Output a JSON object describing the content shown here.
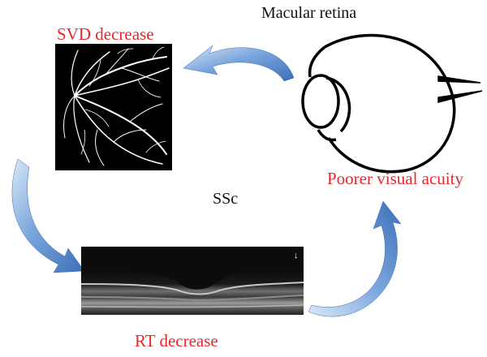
{
  "labels": {
    "macular_retina": "Macular retina",
    "svd_decrease": "SVD decrease",
    "center": "SSc",
    "poorer_visual_acuity": "Poorer visual acuity",
    "rt_decrease": "RT decrease",
    "oct_arrow_mark": "↓"
  },
  "colors": {
    "red_label": "#e8262b",
    "black_label": "#111111",
    "arrow_fill": "#4a7fc4",
    "arrow_light": "#c9dcf3"
  },
  "icons": {
    "eye": "eye-diagram-icon",
    "vessels": "retinal-vessel-map-icon",
    "oct": "oct-scan-icon"
  }
}
